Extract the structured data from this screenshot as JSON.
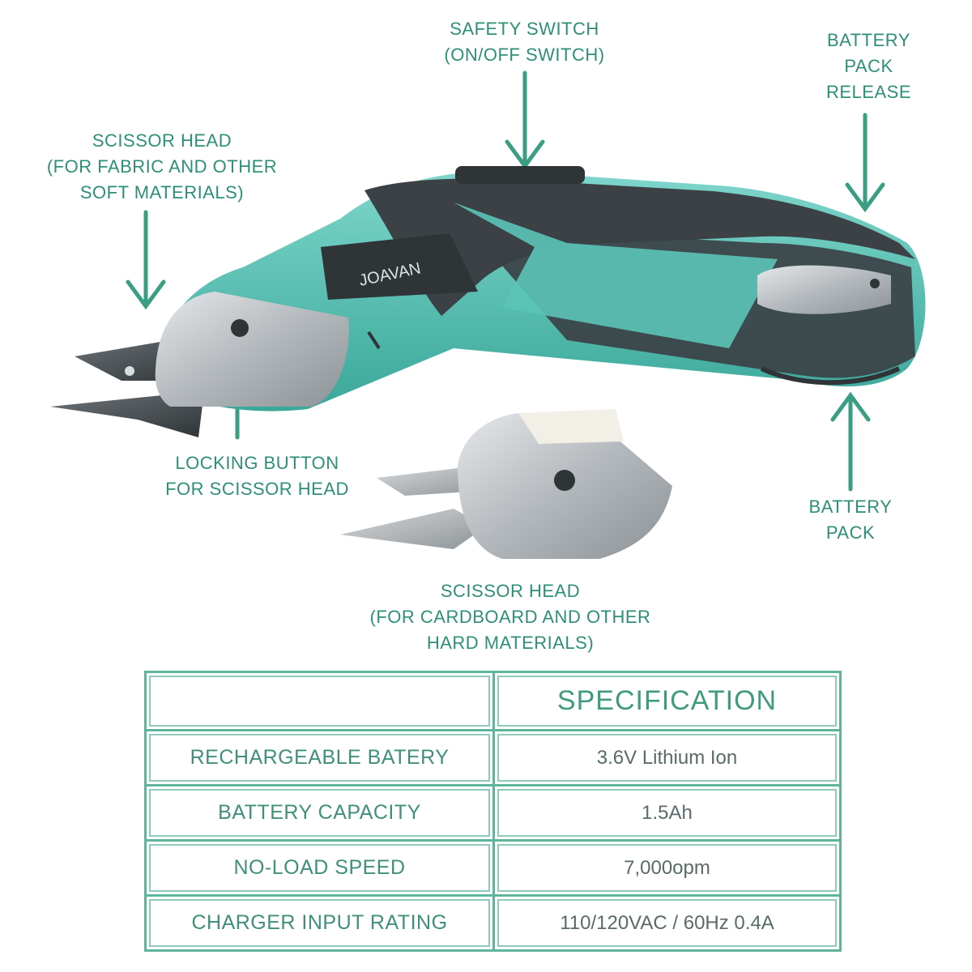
{
  "brand": "JOAVAN",
  "callouts": {
    "safety_switch": [
      "SAFETY SWITCH",
      "(ON/OFF SWITCH)"
    ],
    "battery_release": [
      "BATTERY",
      "PACK",
      "RELEASE"
    ],
    "scissor_head_soft": [
      "SCISSOR HEAD",
      "(FOR FABRIC AND OTHER",
      "SOFT MATERIALS)"
    ],
    "locking_button": [
      "LOCKING BUTTON",
      "FOR SCISSOR HEAD"
    ],
    "battery_pack": [
      "BATTERY",
      "PACK"
    ],
    "scissor_head_hard": [
      "SCISSOR HEAD",
      "(FOR CARDBOARD AND OTHER",
      "HARD MATERIALS)"
    ]
  },
  "spec_table": {
    "header": [
      "",
      "SPECIFICATION"
    ],
    "rows": [
      [
        "RECHARGEABLE BATERY",
        "3.6V Lithium Ion"
      ],
      [
        "BATTERY CAPACITY",
        "1.5Ah"
      ],
      [
        "NO-LOAD SPEED",
        "7,000opm"
      ],
      [
        "CHARGER INPUT RATING",
        "110/120VAC / 60Hz 0.4A"
      ]
    ]
  },
  "colors": {
    "accent": "#2e8f77",
    "body_teal": "#5bc4b8",
    "grip_dark": "#3a4044",
    "blade_metal": "#b9bdc0"
  }
}
